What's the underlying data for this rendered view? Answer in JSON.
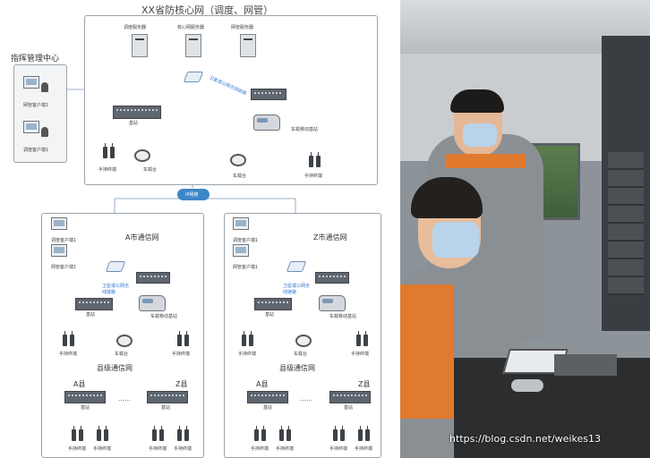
{
  "core": {
    "title": "XX省防核心网（调度、网管）",
    "servers": [
      "调度服务器",
      "核心网服务器",
      "网管服务器"
    ],
    "base_station": "基站",
    "satellite_link": "卫星或公网无线链路",
    "mobile_base": "车载移动基站",
    "handheld": "手持终端",
    "car_radio": "车载台"
  },
  "command_center": {
    "title": "指挥管理中心",
    "clients": [
      "网管客户端1",
      "调度客户端1"
    ]
  },
  "ip_network": "IP网络",
  "city_a": {
    "title": "A市通信网",
    "clients": [
      "调度客户端1",
      "网管客户端1"
    ],
    "satellite_link": "卫星或公网无线链路",
    "base_station": "基站",
    "mobile_base": "车载移动基站",
    "handheld": "手持终端",
    "car_radio": "车载台",
    "county_title": "县级通信网",
    "county_a": "A县",
    "county_z": "Z县",
    "ellipsis": "……"
  },
  "city_z": {
    "title": "Z市通信网",
    "clients": [
      "调度客户端1",
      "网管客户端1"
    ],
    "satellite_link": "卫星或公网无线链路",
    "base_station": "基站",
    "mobile_base": "车载移动基站",
    "handheld": "手持终端",
    "car_radio": "车载台",
    "county_title": "县级通信网",
    "county_a": "A县",
    "county_z": "Z县",
    "ellipsis": "……"
  },
  "photo": {
    "watermark": "https://blog.csdn.net/weikes13",
    "colors": {
      "uniform": "#8a8f94",
      "orange": "#e07a2e",
      "mask": "#b9d3ea"
    }
  },
  "colors": {
    "line": "#7d96b4",
    "dash": "#4a90d9",
    "frame": "#9aa4ad",
    "ip": "#3f86c8"
  }
}
